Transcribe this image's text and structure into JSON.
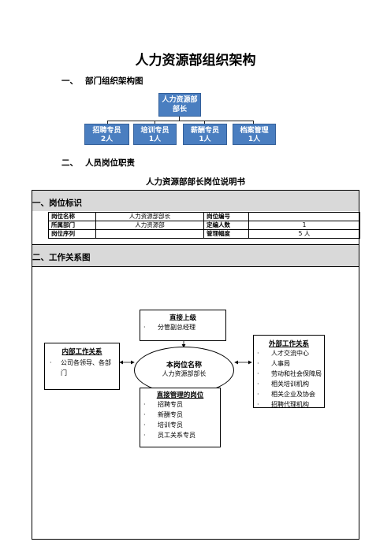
{
  "title": "人力资源部组织架构",
  "section1": {
    "num": "一、",
    "text": "部门组织架构图"
  },
  "org": {
    "top": {
      "line1": "人力资源部",
      "line2": "部长"
    },
    "children": [
      {
        "name": "招聘专员",
        "count": "2人"
      },
      {
        "name": "培训专员",
        "count": "1人"
      },
      {
        "name": "薪酬专员",
        "count": "1人"
      },
      {
        "name": "档案管理",
        "count": "1人"
      }
    ]
  },
  "section2": {
    "num": "二、",
    "text": "人员岗位职责"
  },
  "jd": {
    "title": "人力资源部部长岗位说明书",
    "part1": "一、岗位标识",
    "table": [
      [
        "岗位名称",
        "人力资源部部长",
        "岗位编号",
        ""
      ],
      [
        "所属部门",
        "人力资源部",
        "定编人数",
        "1"
      ],
      [
        "岗位序列",
        "",
        "管理幅度",
        "5 人"
      ]
    ],
    "part2": "二、工作关系图",
    "diagram": {
      "superior": {
        "title": "直接上级",
        "items": [
          "分管副总经理"
        ]
      },
      "internal": {
        "title": "内部工作关系",
        "items": [
          "公司各领导、各部门"
        ]
      },
      "center": {
        "title": "本岗位名称",
        "sub": "人力资源部部长"
      },
      "subordinates": {
        "title": "直接管理的岗位",
        "items": [
          "招聘专员",
          "新酬专员",
          "培训专员",
          "员工关系专员"
        ]
      },
      "external": {
        "title": "外部工作关系",
        "items": [
          "人才交流中心",
          "人事局",
          "劳动和社会保障局",
          "相关培训机构",
          "相关企业及协会",
          "招聘代理机构"
        ]
      },
      "bullet": "·"
    }
  }
}
